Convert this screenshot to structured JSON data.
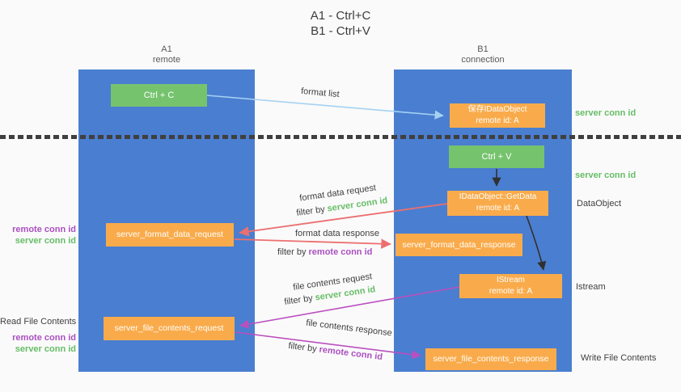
{
  "title": {
    "line1": "A1 - Ctrl+C",
    "line2": "B1 - Ctrl+V"
  },
  "lanes": {
    "left": {
      "title": "A1",
      "subtitle": "remote"
    },
    "right": {
      "title": "B1",
      "subtitle": "connection"
    }
  },
  "nodes": {
    "ctrl_c": {
      "label": "Ctrl + C"
    },
    "ctrl_v": {
      "label": "Ctrl + V"
    },
    "save_dataobject": {
      "line1": "保存IDataObject",
      "line2": "remote id: A"
    },
    "getdata": {
      "line1": "IDataObject::GetData",
      "line2": "remote id: A"
    },
    "istream": {
      "line1": "IStream",
      "line2": "remote id: A"
    },
    "format_request": {
      "label": "server_format_data_request"
    },
    "format_response": {
      "label": "server_format_data_response"
    },
    "file_request": {
      "label": "server_file_contents_request"
    },
    "file_response": {
      "label": "server_file_contents_response"
    }
  },
  "arrow_labels": {
    "format_list": "format list",
    "format_data_request": "format data request",
    "format_data_response": "format data response",
    "file_contents_request": "file contents request",
    "file_contents_response": "file contents response",
    "filter_by": "filter by ",
    "server_conn_id": "server conn id",
    "remote_conn_id": "remote conn id"
  },
  "side_labels": {
    "server_conn_id_top": "server conn id",
    "server_conn_id_mid": "server conn id",
    "dataobject": "DataObject",
    "istream": "Istream",
    "read_file_contents": "Read File Contents",
    "write_file_contents": "Write File Contents",
    "remote_conn_id": "remote conn id",
    "server_conn_id": "server conn id"
  },
  "colors": {
    "lane_blue": "#4a7ed0",
    "node_green": "#76c36e",
    "node_orange": "#f9ab4b",
    "arrow_red": "#ec6f6f",
    "arrow_magenta": "#ba4fc0",
    "arrow_light_blue": "#a5d2f1",
    "arrow_black": "#303030",
    "text_green": "#67bd67",
    "text_purple": "#aa50c0"
  }
}
